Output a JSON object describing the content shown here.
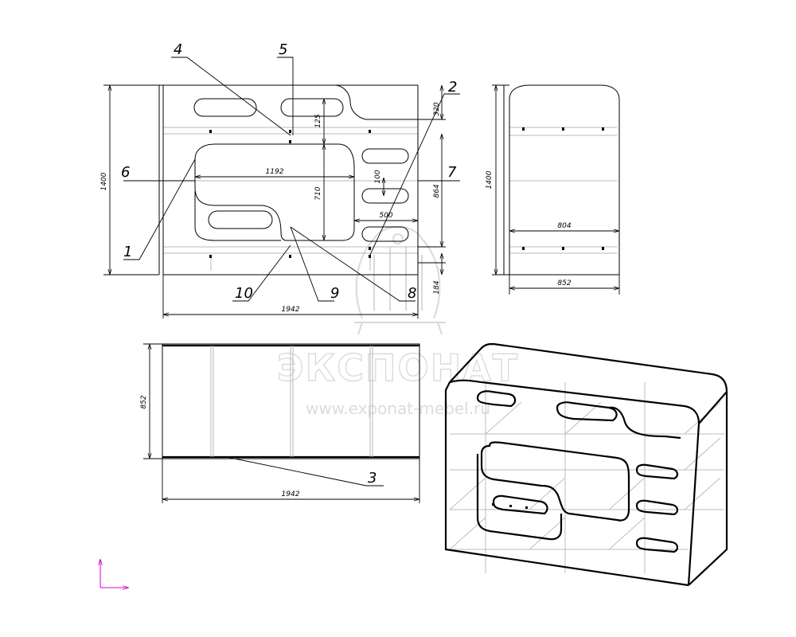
{
  "watermark": {
    "brand": "ЭКСПОНАТ",
    "url": "www.exponat-mebel.ru",
    "logo_icon": "chair-logo-icon"
  },
  "front_view": {
    "dimensions": {
      "height_total": "1400",
      "width_total": "1942",
      "opening_width": "1192",
      "opening_height": "710",
      "slot_height": "125",
      "slot_gap": "100",
      "step_width": "500",
      "top_offset": "320",
      "middle_height": "864",
      "bottom_height": "184"
    },
    "callouts": [
      "1",
      "2",
      "4",
      "5",
      "6",
      "7",
      "8",
      "9",
      "10"
    ]
  },
  "side_view": {
    "dimensions": {
      "height_total": "1400",
      "inner_width": "804",
      "outer_width": "852"
    }
  },
  "top_view": {
    "dimensions": {
      "depth": "852",
      "length": "1942"
    },
    "callouts": [
      "3"
    ]
  },
  "colors": {
    "line": "#000000",
    "construction": "#b9b9b9",
    "watermark": "#d6d6d6",
    "axis_indicator": "#d000d0"
  }
}
